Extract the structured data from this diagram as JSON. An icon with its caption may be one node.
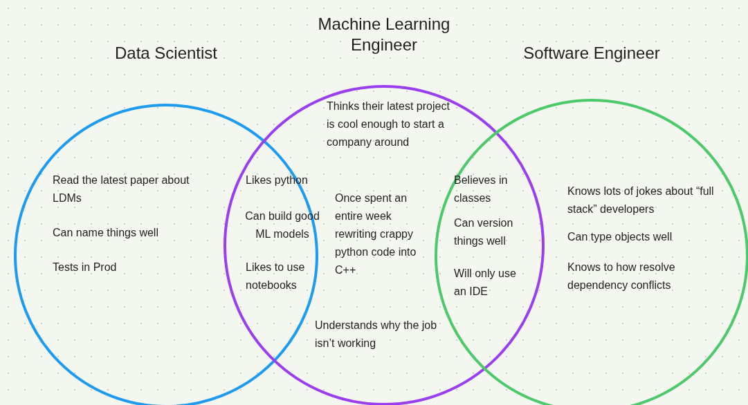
{
  "diagram": {
    "nodes": [
      {
        "text": [
          "Data Scientist"
        ]
      },
      {
        "text": [
          "Machine Learning Engineer"
        ]
      },
      {
        "text": [
          "Software Engineer"
        ]
      }
    ],
    "edges": [],
    "labels": [
      "Read the latest paper about LDMs",
      "Can name things well",
      "Tests in Prod",
      "Likes python",
      "Can build good ML models",
      "Likes to use notebooks",
      "Thinks their latest project is cool enough to start a company around",
      "Once spent an entire week rewriting crappy python code into C++",
      "Understands why the job isn’t working",
      "Believes in classes",
      "Can version things well",
      "Will only use an IDE",
      "Knows lots of jokes about “full stack” developers",
      "Can type objects well",
      "Knows to how resolve dependency conflicts"
    ]
  }
}
